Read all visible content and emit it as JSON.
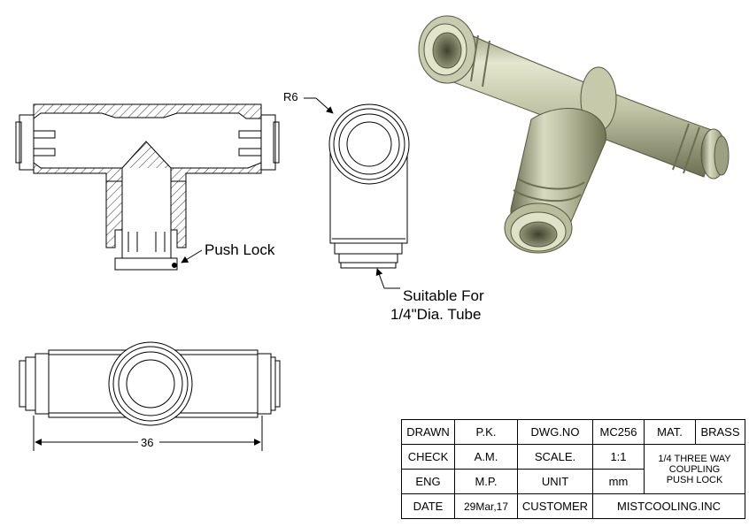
{
  "labels": {
    "radius": "R6",
    "push_lock": "Push Lock",
    "tube_line1": "Suitable For",
    "tube_line2": "1/4\"Dia. Tube",
    "length": "36"
  },
  "title_block": {
    "drawn_label": "DRAWN",
    "drawn_value": "P.K.",
    "check_label": "CHECK",
    "check_value": "A.M.",
    "eng_label": "ENG",
    "eng_value": "M.P.",
    "date_label": "DATE",
    "date_value": "29Mar,17",
    "dwgno_label": "DWG.NO",
    "dwgno_value": "MC256",
    "scale_label": "SCALE.",
    "scale_value": "1:1",
    "unit_label": "UNIT",
    "unit_value": "mm",
    "customer_label": "CUSTOMER",
    "customer_value": "MISTCOOLING.INC",
    "mat_label": "MAT.",
    "mat_value": "BRASS",
    "desc_line1": "1/4 THREE WAY",
    "desc_line2": "COUPLING",
    "desc_line3": "PUSH LOCK"
  },
  "colors": {
    "line": "#000000",
    "part_light": "#e6e8d2",
    "part_mid": "#bfc2a2",
    "part_dark": "#8a8d6d",
    "part_shadow": "#55573f"
  }
}
